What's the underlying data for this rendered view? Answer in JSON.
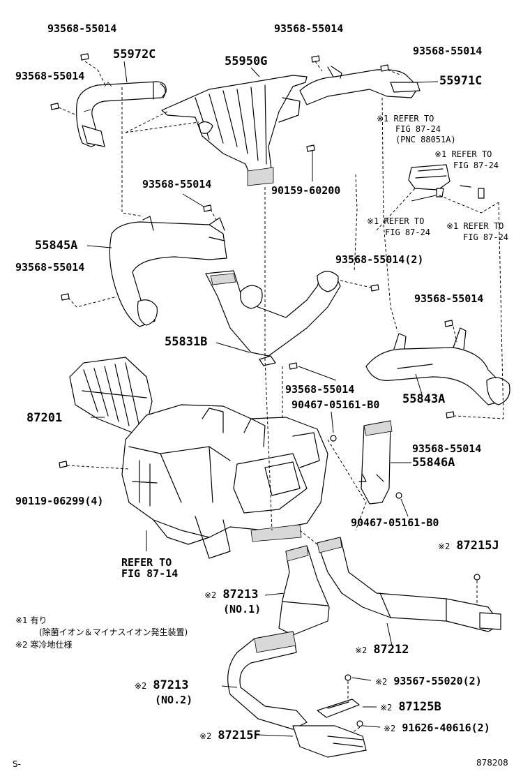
{
  "labels": {
    "p_top_left_bolt": "93568-55014",
    "p_left_bolt": "93568-55014",
    "p_55972c": "55972C",
    "p_top_center_bolt": "93568-55014",
    "p_55950g": "55950G",
    "p_top_right_bolt": "93568-55014",
    "p_55971c": "55971C",
    "p_90159": "90159-60200",
    "p_mid_bolt": "93568-55014",
    "p_55845a": "55845A",
    "p_55845a_bolt": "93568-55014",
    "p_center_bolt2": "93568-55014(2)",
    "p_right_bolt": "93568-55014",
    "p_55831b": "55831B",
    "p_lower_center_bolt": "93568-55014",
    "p_55843a": "55843A",
    "p_87201": "87201",
    "p_90467_a": "90467-05161-B0",
    "p_lower_right_bolt": "93568-55014",
    "p_55846a": "55846A",
    "p_90119": "90119-06299(4)",
    "p_90467_b": "90467-05161-B0",
    "p_87215j": "87215J",
    "p_87215j_mark": "※2",
    "p_87213_1": "87213",
    "p_87213_1_mark": "※2",
    "p_87213_1_sub": "(NO.1)",
    "p_87212": "87212",
    "p_87212_mark": "※2",
    "p_93567": "93567-55020(2)",
    "p_93567_mark": "※2",
    "p_87213_2": "87213",
    "p_87213_2_mark": "※2",
    "p_87213_2_sub": "(NO.2)",
    "p_87125b": "87125B",
    "p_87125b_mark": "※2",
    "p_91626": "91626-40616(2)",
    "p_91626_mark": "※2",
    "p_87215f": "87215F",
    "p_87215f_mark": "※2"
  },
  "refs": {
    "ref1_l1": "※1 REFER TO",
    "ref1_l2": "FIG 87-24",
    "ref1_l3": "(PNC 88051A)",
    "ref2_l1": "※1 REFER TO",
    "ref2_l2": "FIG 87-24",
    "ref3_l1": "※1 REFER TO",
    "ref3_l2": "FIG 87-24",
    "ref4_l1": "※1 REFER TO",
    "ref4_l2": "FIG 87-24",
    "ref5_l1": "REFER TO",
    "ref5_l2": "FIG 87-14"
  },
  "legend": {
    "n1_mark": "※1",
    "n1_text": "有り",
    "n1_detail": "(除菌イオン＆マイナスイオン発生装置)",
    "n2_mark": "※2",
    "n2_text": "寒冷地仕様"
  },
  "footer": {
    "left": "S-",
    "right": "878208"
  }
}
